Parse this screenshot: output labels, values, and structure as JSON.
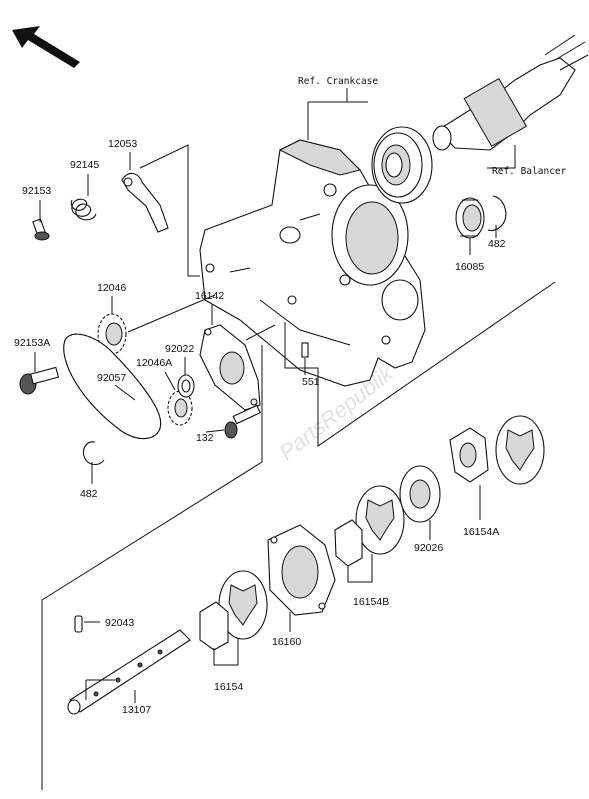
{
  "references": {
    "crankcase": "Ref. Crankcase",
    "balancer": "Ref. Balancer"
  },
  "watermark": "PartsRepublik",
  "parts": {
    "p12053": "12053",
    "p92145": "92145",
    "p92153": "92153",
    "p12046": "12046",
    "p92153A": "92153A",
    "p16142": "16142",
    "p92022": "92022",
    "p12046A": "12046A",
    "p92057": "92057",
    "p132": "132",
    "p482_left": "482",
    "p551": "551",
    "p482_right": "482",
    "p16085": "16085",
    "p16154A": "16154A",
    "p92026": "92026",
    "p16154B": "16154B",
    "p92043": "92043",
    "p16160": "16160",
    "p16154": "16154",
    "p13107": "13107"
  },
  "icons": [
    "direction-arrow-icon"
  ]
}
